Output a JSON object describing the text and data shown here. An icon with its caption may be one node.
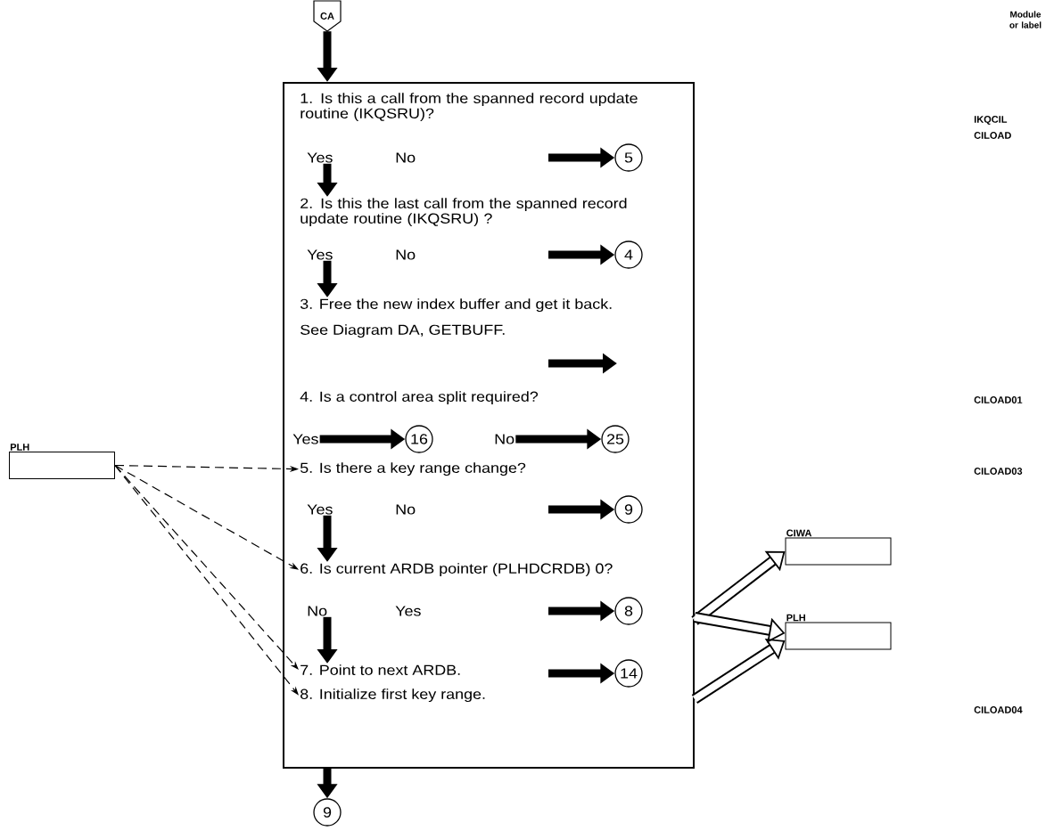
{
  "diagram": {
    "nodes": [
      {
        "text": [
          "CA"
        ]
      },
      {
        "text": [],
        "shape": "box"
      },
      {
        "text": [
          "1. Is this a call from the spanned record update routine (IKQSRU)?"
        ],
        "in": 1
      },
      {
        "text": [
          "2. Is this the last call from the spanned record update routine (IKQSRU) ?"
        ],
        "in": 1
      },
      {
        "text": [
          "3. Free the new index buffer and get it back.",
          "See Diagram DA, GETBUFF."
        ],
        "in": 1
      },
      {
        "text": [
          "4. Is a control area split required?"
        ],
        "in": 1
      },
      {
        "text": [
          "5. Is there a key range change?"
        ],
        "in": 1
      },
      {
        "text": [
          "6. Is current ARDB pointer (PLHDCRDB) 0?"
        ],
        "in": 1
      },
      {
        "text": [
          "7. Point to next ARDB."
        ],
        "in": 1
      },
      {
        "text": [
          "8. Initialize first key range."
        ],
        "in": 1
      },
      {
        "text": [
          "5"
        ],
        "in": 1
      },
      {
        "text": [
          "4"
        ],
        "in": 1
      },
      {
        "text": [
          "16"
        ],
        "in": 1
      },
      {
        "text": [
          "25"
        ],
        "in": 1
      },
      {
        "text": [
          "9"
        ],
        "in": 1
      },
      {
        "text": [
          "8"
        ],
        "in": 1
      },
      {
        "text": [
          "14"
        ],
        "in": 1
      },
      {
        "text": [
          "9"
        ]
      },
      {
        "text": [
          "PLH"
        ]
      },
      {
        "text": [
          "CIWA"
        ]
      },
      {
        "text": [
          "PLH"
        ]
      },
      {
        "text": [
          "Yes"
        ],
        "in": 1
      },
      {
        "text": [
          "Yes"
        ],
        "in": 1
      },
      {
        "text": [
          "Yes"
        ],
        "in": 1
      },
      {
        "text": [
          "No"
        ],
        "in": 1
      },
      {
        "text": [
          "Yes"
        ],
        "in": 1
      },
      {
        "text": [
          "No"
        ],
        "in": 1
      }
    ],
    "edges": [
      {
        "from": 0,
        "to": 1,
        "arrow": "to"
      },
      {
        "from": 21,
        "to": 3,
        "arrow": "to"
      },
      {
        "from": null,
        "to": 10,
        "arrow": "to"
      },
      {
        "from": 22,
        "to": 4,
        "arrow": "to"
      },
      {
        "from": null,
        "to": 11,
        "arrow": "to"
      },
      {
        "from": 23,
        "to": 12,
        "arrow": "to"
      },
      {
        "from": 24,
        "to": 13,
        "arrow": "to"
      },
      {
        "from": null,
        "to": 14,
        "arrow": "to"
      },
      {
        "from": 25,
        "to": 7,
        "arrow": "to"
      },
      {
        "from": null,
        "to": 15,
        "arrow": "to"
      },
      {
        "from": 26,
        "to": 8,
        "arrow": "to"
      },
      {
        "from": null,
        "to": 16,
        "arrow": "to"
      },
      {
        "from": 1,
        "to": 17,
        "arrow": "to"
      },
      {
        "from": 18,
        "to": 6,
        "arrow": "to",
        "style": "dashed"
      },
      {
        "from": 18,
        "to": 7,
        "arrow": "to",
        "style": "dashed"
      },
      {
        "from": 18,
        "to": 8,
        "arrow": "to",
        "style": "dashed"
      },
      {
        "from": 18,
        "to": 9,
        "arrow": "to",
        "style": "dashed"
      },
      {
        "from": 1,
        "to": 19,
        "arrow": "to"
      },
      {
        "from": 1,
        "to": 20,
        "arrow": "to"
      },
      {
        "from": 1,
        "to": 20,
        "arrow": "to"
      }
    ],
    "labels": [
      "Module or label",
      "IKQCIL",
      "CILOAD",
      "No",
      "No",
      "CILOAD01",
      "CILOAD03",
      "No",
      "Yes",
      "CILOAD04"
    ]
  }
}
